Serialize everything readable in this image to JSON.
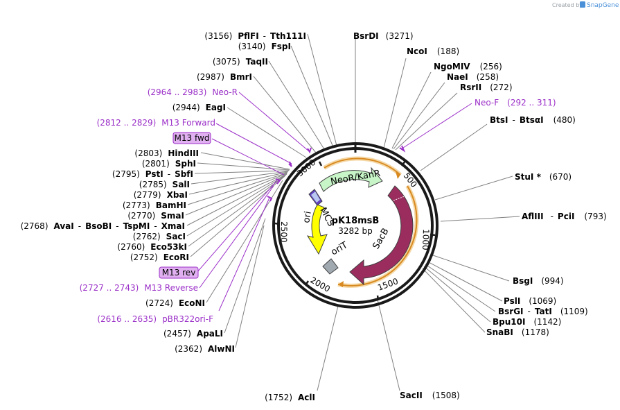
{
  "plasmid": {
    "name": "pK18msB",
    "size_label": "3282 bp",
    "length": 3282
  },
  "credit": {
    "prefix": "Created by",
    "brand": "SnapGene"
  },
  "features": [
    {
      "key": "neor",
      "label": "NeoR/KanR"
    },
    {
      "key": "sacb",
      "label": "SacB"
    },
    {
      "key": "orit",
      "label": "oriT"
    },
    {
      "key": "ori",
      "label": "ori"
    },
    {
      "key": "mcs",
      "label": "MCS"
    }
  ],
  "ticks": [
    "500",
    "1000",
    "1500",
    "2000",
    "2500",
    "3000"
  ],
  "enzymes": [
    {
      "pos": "(3156)",
      "name": "PflFI",
      "sep": "-",
      "name2": "Tth111I"
    },
    {
      "pos": "(3140)",
      "name": "FspI"
    },
    {
      "pos": "(3075)",
      "name": "TaqII"
    },
    {
      "pos": "(2987)",
      "name": "BmrI"
    },
    {
      "pos": "(2944)",
      "name": "EagI"
    },
    {
      "pos": "(2803)",
      "name": "HindIII"
    },
    {
      "pos": "(2801)",
      "name": "SphI"
    },
    {
      "pos": "(2795)",
      "name": "PstI",
      "sep": "-",
      "name2": "SbfI"
    },
    {
      "pos": "(2785)",
      "name": "SalI"
    },
    {
      "pos": "(2779)",
      "name": "XbaI"
    },
    {
      "pos": "(2773)",
      "name": "BamHI"
    },
    {
      "pos": "(2770)",
      "name": "SmaI"
    },
    {
      "pos": "(2768)",
      "name": "AvaI",
      "sep": "-",
      "name2": "BsoBI",
      "sep2": "-",
      "name3": "TspMI",
      "sep3": "-",
      "name4": "XmaI"
    },
    {
      "pos": "(2762)",
      "name": "SacI"
    },
    {
      "pos": "(2760)",
      "name": "Eco53kI"
    },
    {
      "pos": "(2752)",
      "name": "EcoRI"
    },
    {
      "pos": "(2724)",
      "name": "EcoNI"
    },
    {
      "pos": "(2457)",
      "name": "ApaLI"
    },
    {
      "pos": "(2362)",
      "name": "AlwNI"
    },
    {
      "pos": "(1752)",
      "name": "AclI"
    },
    {
      "name": "BsrDI",
      "pos": "(3271)"
    },
    {
      "name": "NcoI",
      "pos": "(188)"
    },
    {
      "name": "NgoMIV",
      "pos": "(256)"
    },
    {
      "name": "NaeI",
      "pos": "(258)"
    },
    {
      "name": "RsrII",
      "pos": "(272)"
    },
    {
      "name": "BtsI",
      "sep": "-",
      "name2": "BtsαI",
      "pos": "(480)"
    },
    {
      "name": "StuI *",
      "pos": "(670)"
    },
    {
      "name": "AflIII",
      "sep": "-",
      "name2": "PciI",
      "pos": "(793)"
    },
    {
      "name": "BsgI",
      "pos": "(994)"
    },
    {
      "name": "PslI",
      "pos": "(1069)"
    },
    {
      "name": "BsrGI",
      "sep": "-",
      "name2": "TatI",
      "pos": "(1109)"
    },
    {
      "name": "Bpu10I",
      "pos": "(1142)"
    },
    {
      "name": "SnaBI",
      "pos": "(1178)"
    },
    {
      "name": "SacII",
      "pos": "(1508)"
    }
  ],
  "primers": [
    {
      "range": "(2964 .. 2983)",
      "name": "Neo-R"
    },
    {
      "range": "(2812 .. 2829)",
      "name": "M13 Forward"
    },
    {
      "name": "M13 fwd",
      "boxed": true
    },
    {
      "name": "M13 rev",
      "boxed": true
    },
    {
      "range": "(2727 .. 2743)",
      "name": "M13 Reverse"
    },
    {
      "range": "(2616 .. 2635)",
      "name": "pBR322ori-F"
    },
    {
      "name": "Neo-F",
      "range": "(292 .. 311)"
    }
  ],
  "colors": {
    "backbone": "#1a1a1a",
    "neor_fill": "#c8f5c8",
    "sacb_fill": "#9b2c5e",
    "ori_fill": "#ffff00",
    "orit_fill": "#a0a8b0",
    "mcs_fill": "#6040c0",
    "orange_arc": "#e8a040",
    "primer_color": "#9b30c8",
    "leader": "#808080"
  }
}
